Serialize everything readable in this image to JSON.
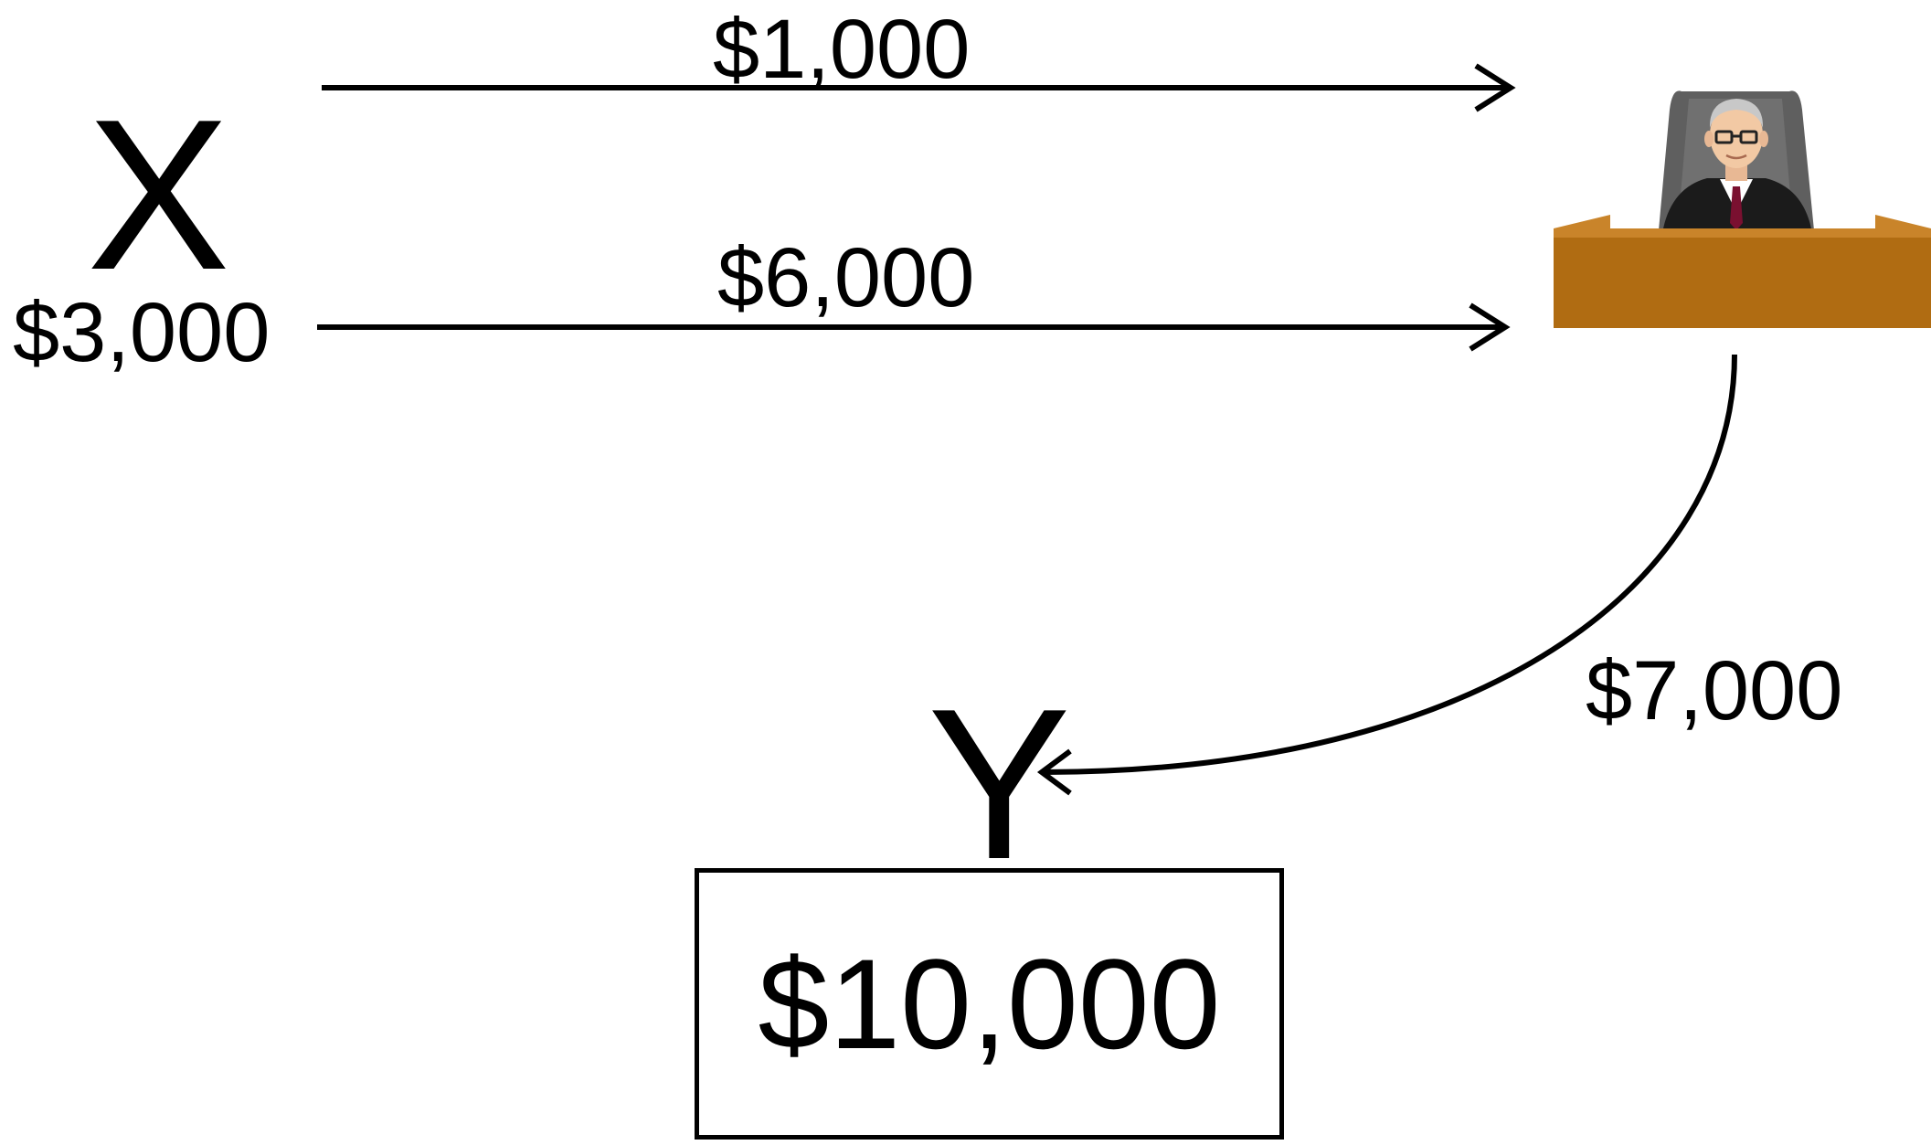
{
  "parties": {
    "x": {
      "label": "X",
      "balance": "$3,000"
    },
    "y": {
      "label": "Y",
      "claim": "$10,000"
    }
  },
  "payments": [
    {
      "from": "X",
      "to": "judge",
      "amount": "$1,000"
    },
    {
      "from": "X",
      "to": "judge",
      "amount": "$6,000"
    }
  ],
  "transfer": {
    "from": "judge",
    "to": "Y",
    "amount": "$7,000"
  },
  "icons": {
    "judge": "judge-at-bench-icon"
  },
  "colors": {
    "line": "#000000",
    "bench": "#b06c12",
    "bench_top": "#c9842a",
    "chair": "#5f5f5f",
    "skin": "#f2c9a4",
    "hair": "#c8c8c8",
    "tie": "#7a1030"
  }
}
